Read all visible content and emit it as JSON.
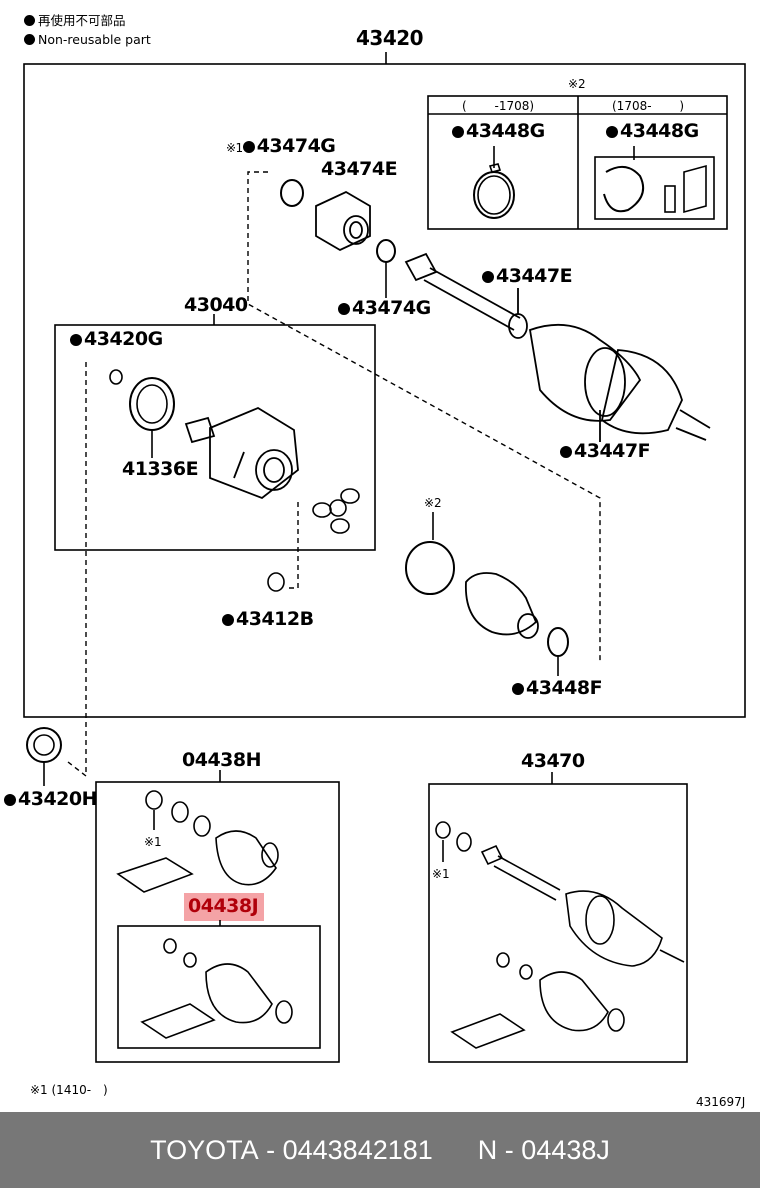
{
  "legend": {
    "line1": "再使用不可部品",
    "line2": "Non-reusable part"
  },
  "labels": {
    "assembly_main": "43420",
    "note2_top": "※2",
    "period_before": "(　　 -1708)",
    "period_after": "(1708-　　 )",
    "clamp_before": "43448G",
    "clamp_after": "43448G",
    "note1_prefix": "※1",
    "snap_ring_top": "43474G",
    "bearing_top": "43474E",
    "snap_ring_lower": "43474G",
    "shaft_seal": "43447E",
    "outer_boot": "43447F",
    "inner_joint": "43040",
    "inner_ring": "43420G",
    "inner_seal": "41336E",
    "ring_43412": "43412B",
    "note2_mid": "※2",
    "boot_clamp": "43448F",
    "dust_cover": "43420H",
    "boot_kit": "04438H",
    "boot_kit_note": "※1",
    "boot_kit_inner": "04438J",
    "shaft_assembly": "43470",
    "shaft_assembly_note": "※1",
    "bottom_note": "※1 (1410-　)",
    "diagram_code": "431697J"
  },
  "footer": {
    "brand": "TOYOTA",
    "part_number": "0443842181",
    "prefix": "N",
    "ref": "04438J"
  },
  "colors": {
    "highlight": "#f4a3a6",
    "highlight_text": "#b0000a",
    "footer_bg": "#777777"
  }
}
